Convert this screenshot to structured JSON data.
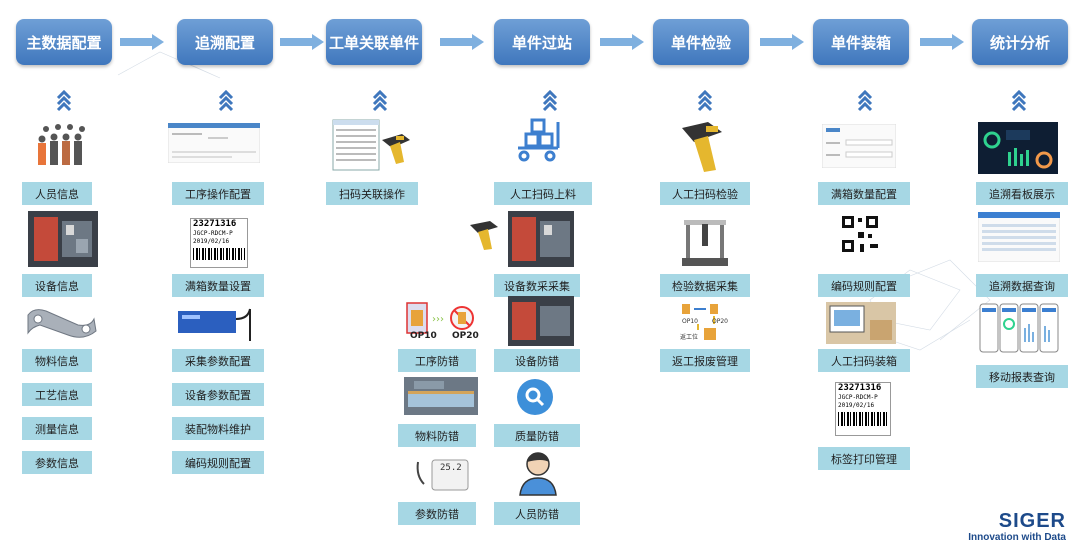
{
  "stages": [
    "主数据配置",
    "追溯配置",
    "工单关联单件",
    "单件过站",
    "单件检验",
    "单件装箱",
    "统计分析"
  ],
  "col1": [
    "人员信息",
    "设备信息",
    "物料信息",
    "工艺信息",
    "测量信息",
    "参数信息"
  ],
  "col2": [
    "工序操作配置",
    "满箱数量设置",
    "采集参数配置",
    "设备参数配置",
    "装配物料维护",
    "编码规则配置"
  ],
  "col3": [
    "扫码关联操作",
    "工序防错",
    "物料防错",
    "参数防错"
  ],
  "col3_img_text": {
    "op_a": "OP10",
    "op_b": "OP20"
  },
  "col4": [
    "人工扫码上料",
    "设备数采采集",
    "设备防错",
    "质量防错",
    "人员防错"
  ],
  "col5": [
    "人工扫码检验",
    "检验数据采集",
    "返工报废管理"
  ],
  "col5_img_text": {
    "a": "OP10",
    "b": "OP20",
    "c": "返工位"
  },
  "col6": [
    "满箱数量配置",
    "编码规则配置",
    "人工扫码装箱",
    "标签打印管理"
  ],
  "col7": [
    "追溯看板展示",
    "追溯数据查询",
    "移动报表查询"
  ],
  "label_text": {
    "l1": "23271316",
    "l2": "JGCP-RDCM-P",
    "l3": "2019/02/16"
  },
  "param_display": "25.2",
  "brand": {
    "name": "SIGER",
    "tagline": "Innovation with Data"
  },
  "colors": {
    "stage_top": "#6f9fd6",
    "stage_bottom": "#3f77bd",
    "label_bg": "#a6d7e4",
    "arrow": "#7fb0df",
    "brand": "#1d4a8a"
  }
}
